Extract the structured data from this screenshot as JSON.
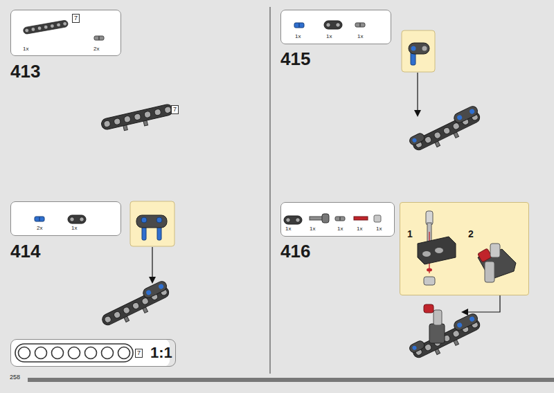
{
  "diagram": {
    "nodes": [
      {
        "text": [
          "7",
          "1x",
          "2x"
        ]
      },
      {
        "text": [
          "2x",
          "1x"
        ]
      },
      {
        "text": [
          "7",
          "1:1"
        ]
      },
      {
        "text": [
          "1x",
          "1x",
          "1x"
        ]
      },
      {
        "text": [
          "1x",
          "1x",
          "1x",
          "1x",
          "1x"
        ]
      },
      {
        "text": [
          "1",
          "2"
        ]
      }
    ],
    "labels": [
      "413",
      "7",
      "414",
      "258",
      "415",
      "416"
    ]
  }
}
